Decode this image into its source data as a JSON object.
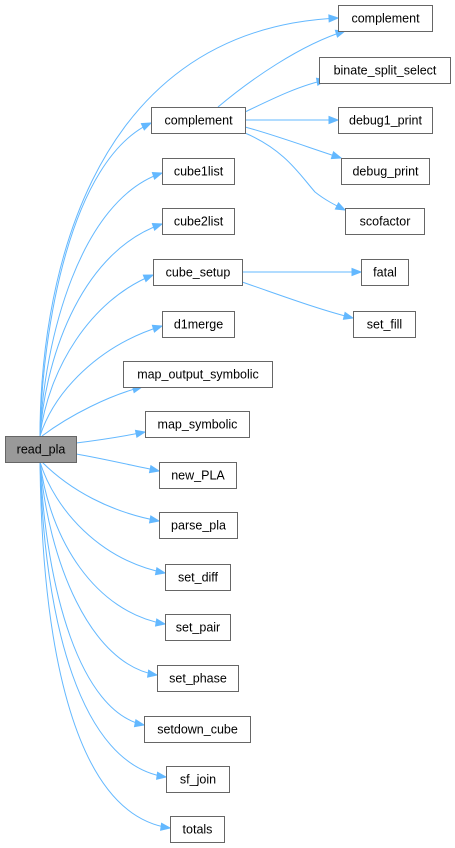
{
  "graph": {
    "edge_color": "#63b8ff",
    "root_fill": "#999999",
    "node_fill": "#ffffff",
    "node_stroke": "#666666",
    "root": "read_pla",
    "nodes": {
      "read_pla": "read_pla",
      "complement_top": "complement",
      "complement_mid": "complement",
      "binate_split_select": "binate_split_select",
      "debug1_print": "debug1_print",
      "debug_print": "debug_print",
      "scofactor": "scofactor",
      "cube1list": "cube1list",
      "cube2list": "cube2list",
      "cube_setup": "cube_setup",
      "fatal": "fatal",
      "set_fill": "set_fill",
      "d1merge": "d1merge",
      "map_output_symbolic": "map_output_symbolic",
      "map_symbolic": "map_symbolic",
      "new_PLA": "new_PLA",
      "parse_pla": "parse_pla",
      "set_diff": "set_diff",
      "set_pair": "set_pair",
      "set_phase": "set_phase",
      "setdown_cube": "setdown_cube",
      "sf_join": "sf_join",
      "totals": "totals"
    },
    "edges": [
      [
        "read_pla",
        "complement_top"
      ],
      [
        "read_pla",
        "complement_mid"
      ],
      [
        "read_pla",
        "cube1list"
      ],
      [
        "read_pla",
        "cube2list"
      ],
      [
        "read_pla",
        "cube_setup"
      ],
      [
        "read_pla",
        "d1merge"
      ],
      [
        "read_pla",
        "map_output_symbolic"
      ],
      [
        "read_pla",
        "map_symbolic"
      ],
      [
        "read_pla",
        "new_PLA"
      ],
      [
        "read_pla",
        "parse_pla"
      ],
      [
        "read_pla",
        "set_diff"
      ],
      [
        "read_pla",
        "set_pair"
      ],
      [
        "read_pla",
        "set_phase"
      ],
      [
        "read_pla",
        "setdown_cube"
      ],
      [
        "read_pla",
        "sf_join"
      ],
      [
        "read_pla",
        "totals"
      ],
      [
        "complement_mid",
        "complement_top"
      ],
      [
        "complement_mid",
        "binate_split_select"
      ],
      [
        "complement_mid",
        "debug1_print"
      ],
      [
        "complement_mid",
        "debug_print"
      ],
      [
        "complement_mid",
        "scofactor"
      ],
      [
        "cube_setup",
        "fatal"
      ],
      [
        "cube_setup",
        "set_fill"
      ]
    ]
  }
}
